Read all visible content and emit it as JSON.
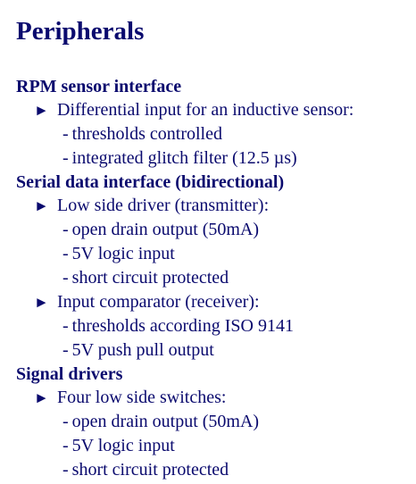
{
  "title": "Peripherals",
  "sections": [
    {
      "heading": "RPM sensor interface",
      "bullets": [
        {
          "text": "Differential input for an inductive sensor:",
          "items": [
            "thresholds controlled",
            "integrated glitch filter (12.5 µs)"
          ]
        }
      ]
    },
    {
      "heading": "Serial data interface (bidirectional)",
      "bullets": [
        {
          "text": "Low side driver (transmitter):",
          "items": [
            "open drain output (50mA)",
            "5V logic input",
            "short circuit protected"
          ]
        },
        {
          "text": "Input comparator (receiver):",
          "items": [
            "thresholds according ISO 9141",
            "5V push pull output"
          ]
        }
      ]
    },
    {
      "heading": "Signal drivers",
      "bullets": [
        {
          "text": "Four low side switches:",
          "items": [
            "open drain output (50mA)",
            "5V logic input",
            "short circuit protected"
          ]
        }
      ]
    }
  ],
  "bullet_marker": "►",
  "item_marker": "-"
}
